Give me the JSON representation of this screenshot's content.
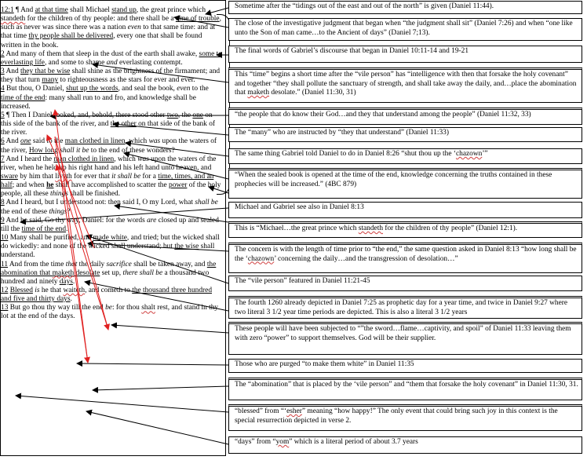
{
  "scripture": [
    {
      "vn": "12:1",
      "html": " ¶ And <span class=\"u\">at that time</span> shall Michael <span class=\"u\">stand up</span>, the great prince which <span class=\"spell\">standeth</span> for the children of thy people: and there shall be a <span class=\"u\">time of trouble</span>, such as never was since there was a nation <i>even</i> to that same time: and at that time <span class=\"u\">thy people shall be delivered</span>, every one that shall be found written in the book."
    },
    {
      "vn": "2",
      "html": " And many of them that sleep in the dust of the earth shall awake, <span class=\"u\">some to everlasting life</span>, and some to shame <i>and</i> everlasting contempt."
    },
    {
      "vn": "3",
      "html": " And <span class=\"u\">they that be wise</span> shall shine as the brightness of the firmament; and they that turn <span class=\"u\">many</span> to righteousness as the stars for ever and ever."
    },
    {
      "vn": "4",
      "html": " But thou, O Daniel, <span class=\"u\">shut up the words</span>, and seal the book, <i>even</i> to the <span class=\"u\">time of the end</span>: many shall run to and fro, and knowledge shall be increased."
    },
    {
      "vn": "5",
      "html": " ¶ Then I Daniel looked, and, behold, there stood other <span class=\"u\">two</span>, the <span class=\"u\">one</span> on this side of the bank of the river, and <span class=\"u\">the other</span> on that side of the bank of the river."
    },
    {
      "vn": "6",
      "html": " And <span class=\"u\"><i>one</i></span> said to the <span class=\"u\">man clothed in linen</span>, which <i>was</i> upon the waters of the river, <span class=\"u\">How long</span> <i>shall it be</i> to the end of these wonders?"
    },
    {
      "vn": "7",
      "html": " And I heard the <span class=\"u\">man clothed in linen</span>, which <i>was</i> upon the waters of the river, when he held up his right hand and his left hand unto heaven, and <span class=\"u\">sware</span> by him that <span class=\"spell\">liveth</span> for ever that <i>it shall be</i> for a <span class=\"u\">time, times, and an half</span>; and when <b><span class=\"u\">he</span></b> shall have accomplished to scatter the <span class=\"u\">power</span> of the holy people, all these <i>things</i> shall be finished."
    },
    {
      "vn": "8",
      "html": " And I heard, but I understood not: then said I, O my Lord, what <i>shall be</i> the end of these <i>things</i>?"
    },
    {
      "vn": "9",
      "html": " And he said, Go thy way, Daniel: for the words <i>are</i> closed up and sealed till the <span class=\"u\">time of the end</span>."
    },
    {
      "vn": "10",
      "html": " Many shall be purified, and <span class=\"u\">made white</span>, and tried; but the wicked shall do wickedly: and none of the wicked shall understand; but <span class=\"u\">the wise</span> shall understand."
    },
    {
      "vn": "11",
      "html": " And from the time <i>that</i> the daily <i>sacrifice</i> shall be taken away, and <span class=\"u\">the abomination that <span class=\"spell\">maketh</span> desolate</span> set up, <i>there shall be</i> a thousand two hundred and ninety <span class=\"u\">days</span>."
    },
    {
      "vn": "12",
      "html": " <span class=\"u\">Blessed</span> <i>is</i> he that <span class=\"spell\">waiteth</span>, and cometh to <span class=\"u\">the thousand three hundred and five and thirty days</span>."
    },
    {
      "vn": "13",
      "html": " But go thou thy way till the end <i>be</i>: for thou <span class=\"spell\">shalt</span> rest, and stand in thy lot at the end of the days."
    }
  ],
  "notes": [
    {
      "id": "n1",
      "html": "Sometime after the “tidings out of the east and out of the north” is given (Daniel 11:44)."
    },
    {
      "id": "n2",
      "html": "The close of the investigative judgment that began when “the judgment shall sit” (Daniel 7:26) and when “one like unto the Son of man came…to the Ancient of days” (Daniel 7;13)."
    },
    {
      "id": "n3",
      "html": "The final words of Gabriel’s discourse that began in Daniel 10:11-14 and 19-21"
    },
    {
      "id": "n4",
      "html": "This “time” begins a short time after the “vile person” has “intelligence with then that forsake the holy covenant” and together “they shall pollute the sanctuary of strength, and shall take away the daily, and…place the abomination that <span class=\"spell\">maketh</span> desolate.” (Daniel 11:30, 31)"
    },
    {
      "id": "n5",
      "html": "“the people that do know their God…and they that understand among the people” (Daniel 11:32, 33)"
    },
    {
      "id": "n6",
      "html": "The “many” who are instructed by “they that understand” (Daniel 11:33)"
    },
    {
      "id": "n7",
      "html": "The same thing Gabriel told Daniel to do in Daniel 8:26 “shut thou up the ‘<span class=\"spell\">chazown</span>’”"
    },
    {
      "id": "n8",
      "html": "“When the sealed book is opened at the time of the end, knowledge concerning the truths contained in these prophecies will be increased.” (4BC 879)"
    },
    {
      "id": "n9",
      "html": "Michael and Gabriel see also in Daniel 8:13"
    },
    {
      "id": "n10",
      "html": "This is “Michael…the great prince which <span class=\"spell\">standeth</span> for the children of thy people” (Daniel 12:1)."
    },
    {
      "id": "n11",
      "html": "The concern is with the length of time prior to “the end,” the same question asked in Daniel 8:13 “how long shall be the ‘<span class=\"spell\">chazown</span>’ concerning the daily…and the transgression of desolation…”"
    },
    {
      "id": "n12",
      "html": "The “vile person” featured in Daniel 11:21-45"
    },
    {
      "id": "n13",
      "html": "The fourth 1260 already depicted in Daniel 7:25 as prophetic day for a year time, and twice in Daniel 9:27 where two literal 3 1/2 year time periods are depicted. This is also a literal 3 1/2 years"
    },
    {
      "id": "n14",
      "html": "These people will have been subjected to “”the sword…flame…captivity, and spoil” of Daniel 11:33 leaving them with zero “power” to support themselves. God will be their supplier."
    },
    {
      "id": "n15",
      "html": "Those who are purged “to make them white” in Daniel 11:35"
    },
    {
      "id": "n16",
      "html": "The “abomination” that is placed by the ‘vile person” and “them that forsake the holy covenant” in Daniel 11:30, 31."
    },
    {
      "id": "n17",
      "html": "“blessed” from “‘<span class=\"spell\">esher</span>” meaning “how happy!” The only event that could bring such joy in this context is the special resurrection depicted in verse 2."
    },
    {
      "id": "n18",
      "html": "“days” from “<span class=\"spell\">yom</span>” which is a literal period of about 3.7 years"
    }
  ],
  "colors": {
    "text": "#000000",
    "arrow_black": "#000000",
    "arrow_red": "#e02020"
  }
}
